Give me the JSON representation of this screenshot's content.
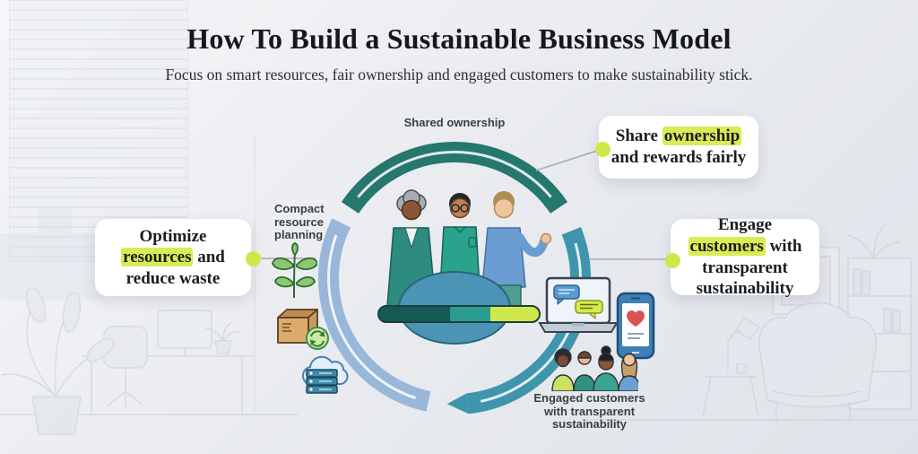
{
  "title": "How To Build a Sustainable Business Model",
  "subtitle": "Focus on smart resources, fair ownership and engaged customers to make sustainability stick.",
  "diagram": {
    "top_label": "Shared ownership",
    "left_label": "Compact\nresource\nplanning",
    "bottom_label": "Engaged customers\nwith transparent\nsustainability"
  },
  "callouts": {
    "optimize": {
      "pre": "Optimize ",
      "highlight": "resources",
      "post": " and reduce waste"
    },
    "share": {
      "pre": "Share ",
      "highlight": "ownership",
      "post": " and rewards fairly"
    },
    "engage": {
      "pre": "Engage ",
      "highlight": "customers",
      "post": " with transparent sustainability"
    }
  },
  "icons": {
    "left_column": [
      "plant-icon",
      "package-recycle-icon",
      "cloud-server-icon"
    ],
    "bottom_right": [
      "laptop-chat-icon",
      "phone-like-icon",
      "customers-group-icon"
    ]
  },
  "colors": {
    "highlight": "#d9ec54",
    "connector_dot": "#cde84a",
    "arc_dark_teal": "#26776e",
    "arc_teal_blue": "#3e95ac",
    "arc_light_blue": "#98b7d9",
    "bar_dark": "#155a53",
    "bar_teal": "#2a9d8f",
    "bar_green": "#cfe84e"
  }
}
